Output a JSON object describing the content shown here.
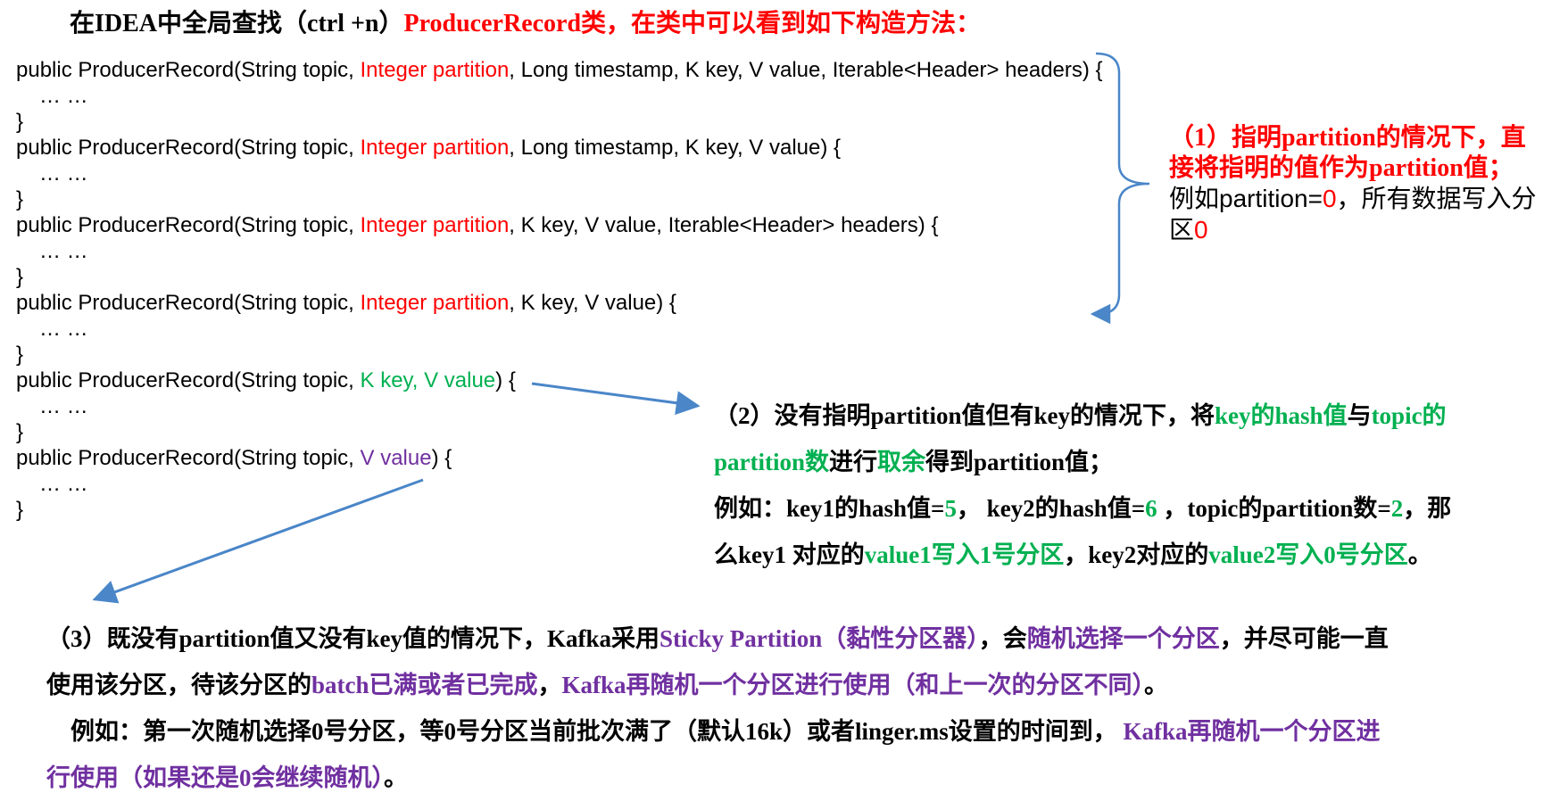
{
  "heading": {
    "prefix": "在IDEA中全局查找（ctrl +n）",
    "classname": "ProducerRecord类，在类中可以看到如下构造方法："
  },
  "code": {
    "c1": {
      "pre": "public ProducerRecord(String topic, ",
      "hl": "Integer partition",
      "post": ", Long timestamp, K key, V value, Iterable<Header> headers) {"
    },
    "c2": {
      "pre": "public ProducerRecord(String topic, ",
      "hl": "Integer partition",
      "post": ", Long timestamp, K key, V value) {"
    },
    "c3": {
      "pre": "public ProducerRecord(String topic, ",
      "hl": "Integer partition",
      "post": ", K key, V value, Iterable<Header> headers) {"
    },
    "c4": {
      "pre": "public ProducerRecord(String topic, ",
      "hl": "Integer partition",
      "post": ", K key, V value) {"
    },
    "c5": {
      "pre": "public ProducerRecord(String topic, ",
      "hl": "K key, V value",
      "post": ") {"
    },
    "c6": {
      "pre": "public ProducerRecord(String topic, ",
      "hl": "V value",
      "post": ") {"
    },
    "body": "… …",
    "close": "}"
  },
  "note1": {
    "line_red": "（1）指明partition的情况下，直接将指明的值作为partition值；",
    "eg_pre": "例如partition=",
    "eg_val": "0",
    "eg_mid": "，所有数据写入分区",
    "eg_val2": "0"
  },
  "note2": {
    "l1_a": "（2）没有指明partition值但有key的情况下，将",
    "l1_b": "key的hash值",
    "l1_c": "与",
    "l1_d": "topic的",
    "l2_a": "partition数",
    "l2_b": "进行",
    "l2_c": "取余",
    "l2_d": "得到partition值；",
    "l3_a": "例如：key1的hash值=",
    "l3_b": "5",
    "l3_c": "，  key2的hash值=",
    "l3_d": "6",
    "l3_e": " ，topic的partition数=",
    "l3_f": "2",
    "l3_g": "，那",
    "l4_a": "么key1 对应的",
    "l4_b": "value1写入1号分区",
    "l4_c": "，key2对应的",
    "l4_d": "value2写入0号分区",
    "l4_e": "。"
  },
  "note3": {
    "l1_a": "（3）既没有partition值又没有key值的情况下，Kafka采用",
    "l1_b": "Sticky  Partition（黏性分区器）",
    "l1_c": "，会",
    "l1_d": "随机选择一个分区",
    "l1_e": "，并尽可能一直",
    "l2_a": "使用该分区，待该分区的",
    "l2_b": "batch已满或者已完成",
    "l2_c": "，",
    "l2_d": "Kafka再随机一个分区进行使用（和上一次的分区不同）",
    "l2_e": "。",
    "l3_a": "    例如：第一次随机选择0号分区，等0号分区当前批次满了（默认16k）或者linger.ms设置的时间到，",
    "l3_b": " Kafka再随机一个分区进",
    "l4_a": "行使用（如果还是0会继续随机）",
    "l4_b": "。"
  },
  "colors": {
    "red": "#ff0000",
    "green": "#00b050",
    "purple": "#7030a0",
    "arrow": "#4a86c8"
  }
}
